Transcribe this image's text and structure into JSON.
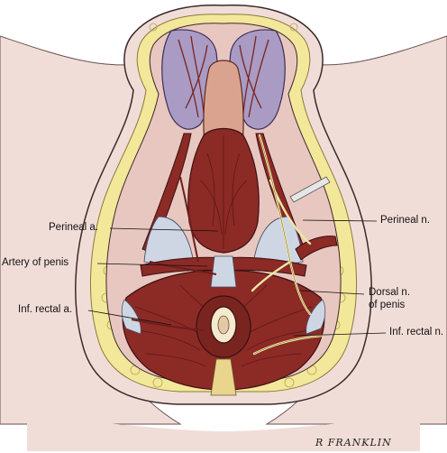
{
  "labels": {
    "perineal_artery": "Perineal a.",
    "perineal_nerve": "Perineal n.",
    "artery_of_penis": "Artery of penis",
    "dorsal_nerve_line1": "Dorsal n.",
    "dorsal_nerve_line2": "of penis",
    "inf_rectal_artery": "Inf. rectal a.",
    "inf_rectal_nerve": "Inf. rectal n."
  },
  "signature": "R FRANKLIN",
  "colors": {
    "skin": "#f1ddd8",
    "fat": "#f3e79a",
    "muscle": "#8c2a26",
    "muscle_dark": "#6e1d1b",
    "testis": "#a99bc4",
    "urethra": "#d9a38f",
    "fascia": "#cfd6e3",
    "nerve": "#efe6a6"
  }
}
